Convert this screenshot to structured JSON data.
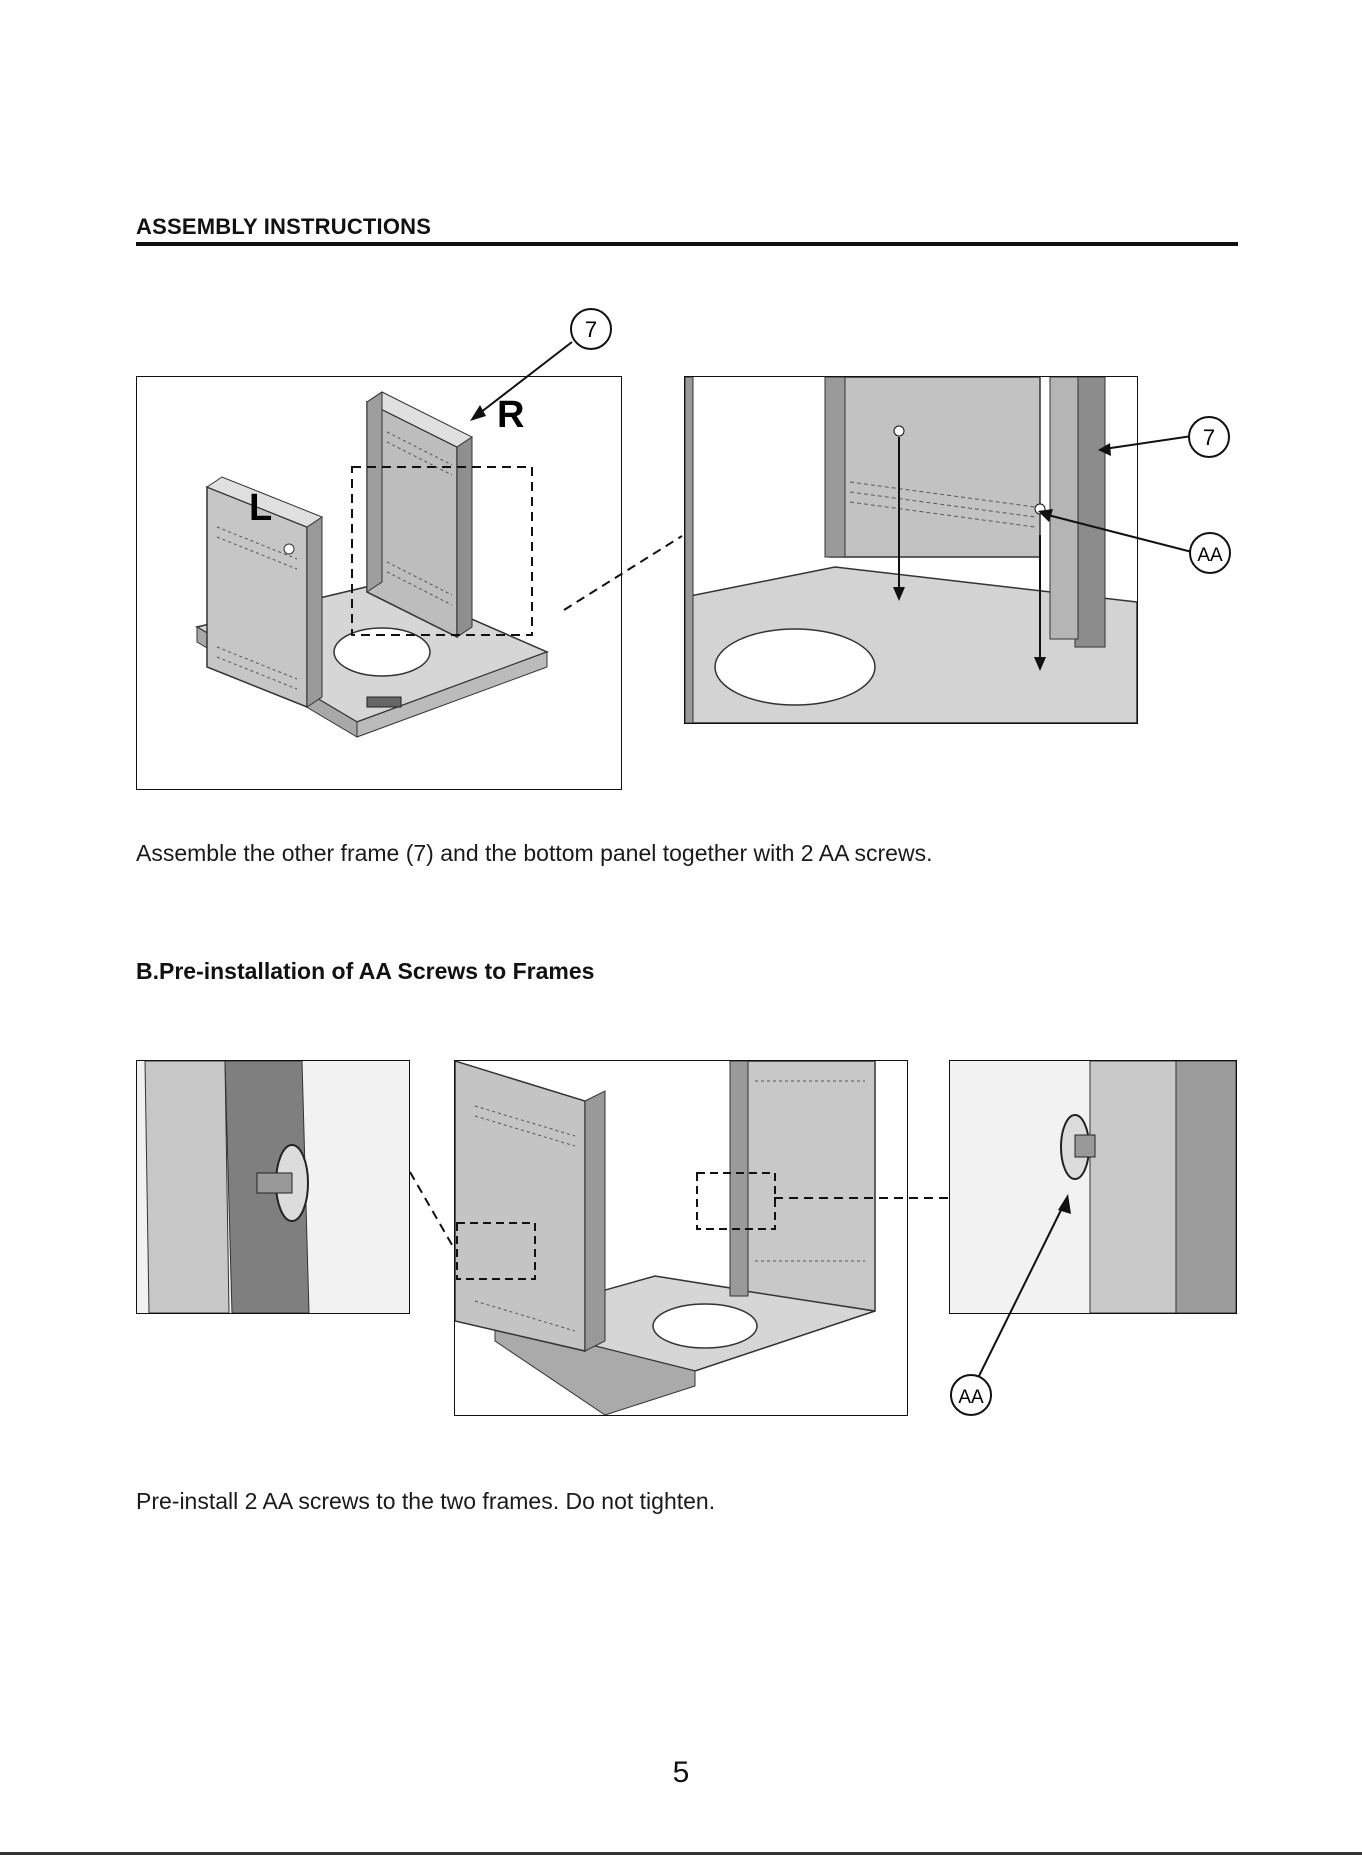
{
  "header": {
    "title": "ASSEMBLY INSTRUCTIONS"
  },
  "step_a": {
    "caption": "Assemble the other frame (7) and the bottom panel together with 2 AA screws.",
    "figure_left": {
      "label_left": "L",
      "label_right": "R"
    },
    "callouts": {
      "frame_part": "7",
      "frame_part_right": "7",
      "screw_part": "AA"
    }
  },
  "step_b": {
    "heading": "B.Pre-installation of AA Screws to Frames",
    "caption": "Pre-install 2 AA screws to the two frames. Do not tighten.",
    "callouts": {
      "screw_part": "AA"
    }
  },
  "page": {
    "number": "5"
  },
  "colors": {
    "panel": "#c8c8c8",
    "panel_dark": "#8a8a8a",
    "panel_mid": "#a8a8a8",
    "ink": "#111111"
  }
}
